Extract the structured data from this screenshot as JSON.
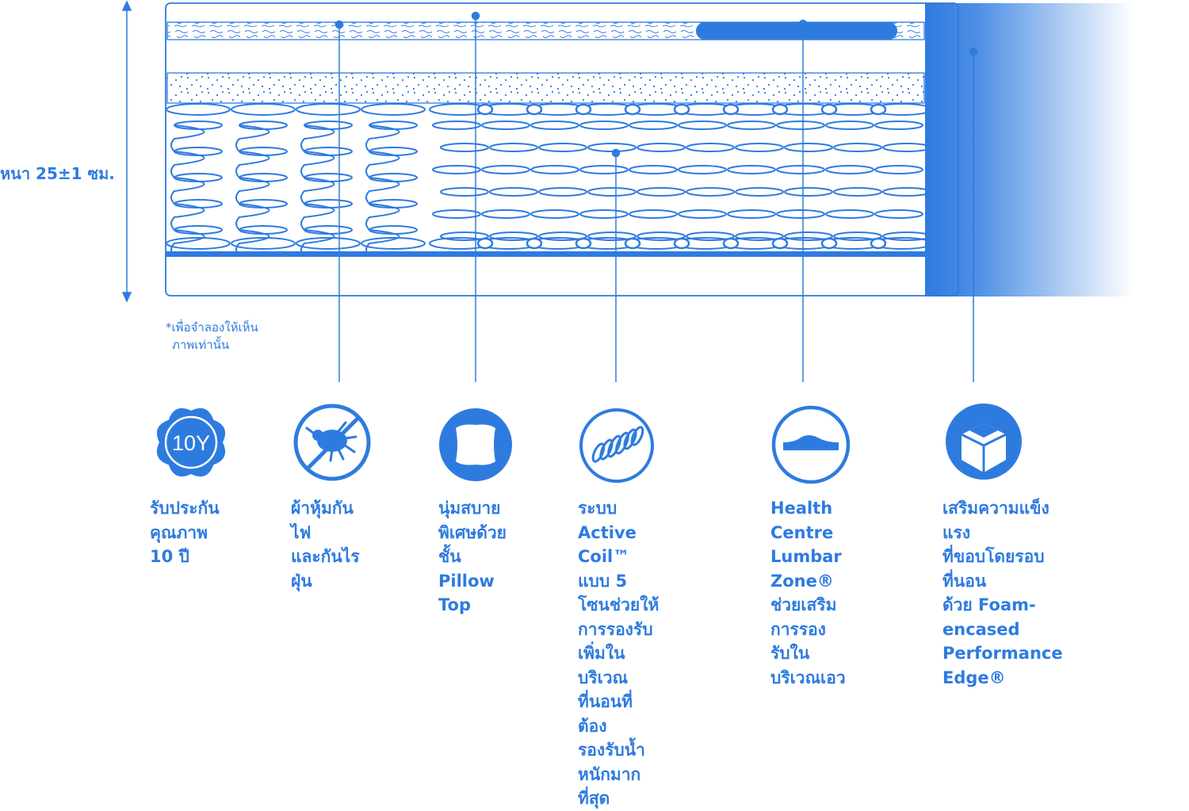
{
  "thickness_label": "หนา 25±1 ซม.",
  "disclaimer": {
    "line1": "*เพื่อจำลองให้เห็น",
    "line2": "ภาพเท่านั้น"
  },
  "features": [
    {
      "badge_text": "10Y",
      "icon": "warranty-badge-icon",
      "label": "รับประกัน\nคุณภาพ\n10 ปี"
    },
    {
      "icon": "no-dust-mite-icon",
      "label": "ผ้าหุ้มกันไฟ\nและกันไรฝุ่น"
    },
    {
      "icon": "pillow-icon",
      "label": "นุ่มสบาย\nพิเศษด้วย\nชั้น Pillow\nTop"
    },
    {
      "icon": "coil-spring-icon",
      "label": "ระบบ Active Coil™\nแบบ 5 โซนช่วยให้\nการรองรับเพิ่มใน\nบริเวณที่นอนที่ต้อง\nรองรับน้ำหนักมาก\nที่สุด"
    },
    {
      "icon": "lumbar-zone-icon",
      "label": "Health Centre\nLumbar Zone®\nช่วยเสริมการรอง\nรับในบริเวณเอว"
    },
    {
      "icon": "foam-edge-cube-icon",
      "label": "เสริมความแข็งแรง\nที่ขอบโดยรอบที่นอน\nด้วย Foam-encased\nPerformance Edge®"
    }
  ],
  "colors": {
    "primary": "#2e7be0",
    "background": "#ffffff"
  }
}
